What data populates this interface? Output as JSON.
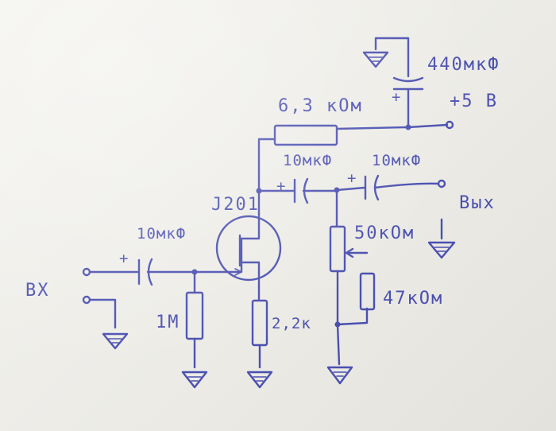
{
  "schematic": {
    "labels": {
      "input": "BX",
      "output": "Вых",
      "supply_voltage": "+5 B",
      "transistor": "J201",
      "c_input": "10мкФ",
      "c_drain": "10мкФ",
      "c_output": "10мкФ",
      "c_supply": "440мкФ",
      "r_drain": "6,3 кОм",
      "r_gate": "1M",
      "r_source": "2,2к",
      "pot": "50кОм",
      "r_load": "47кОм",
      "plus_sign": "+"
    }
  }
}
